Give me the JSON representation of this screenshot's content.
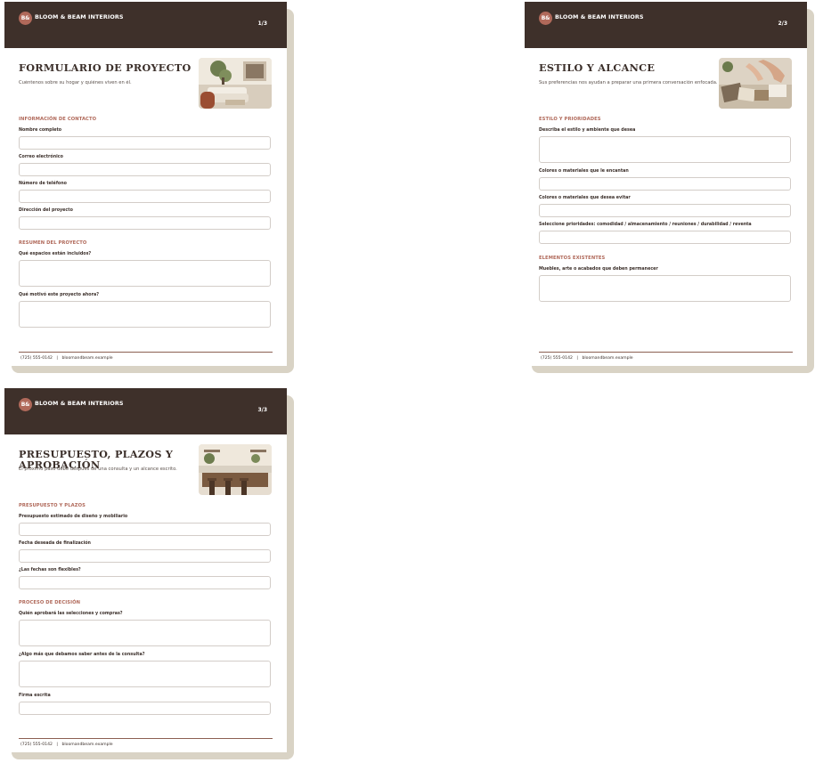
{
  "brand": {
    "initials": "B&",
    "name": "BLOOM & BEAM INTERIORS"
  },
  "footer": {
    "phone": "(725) 555-0142",
    "separator": "|",
    "website": "bloomandbeam.example"
  },
  "pages": [
    {
      "page_number": "1/3",
      "title": "FORMULARIO DE PROYECTO",
      "subtitle": "Cuéntenos sobre su hogar y quiénes viven en él.",
      "photo_description_icon": "living-room-photo",
      "sections": [
        {
          "title": "INFORMACIÓN DE CONTACTO",
          "fields": [
            {
              "label": "Nombre completo",
              "type": "input"
            },
            {
              "label": "Correo electrónico",
              "type": "input"
            },
            {
              "label": "Número de teléfono",
              "type": "input"
            },
            {
              "label": "Dirección del proyecto",
              "type": "input"
            }
          ]
        },
        {
          "title": "RESUMEN DEL PROYECTO",
          "fields": [
            {
              "label": "Qué espacios están incluidos?",
              "type": "textarea"
            },
            {
              "label": "Qué motivó este proyecto ahora?",
              "type": "textarea"
            }
          ]
        }
      ]
    },
    {
      "page_number": "2/3",
      "title": "ESTILO Y ALCANCE",
      "subtitle": "Sus preferencias nos ayudan a preparar una primera conversación enfocada.",
      "photo_description_icon": "material-samples-photo",
      "sections": [
        {
          "title": "ESTILO Y PRIORIDADES",
          "fields": [
            {
              "label": "Describa el estilo y ambiente que desea",
              "type": "textarea"
            },
            {
              "label": "Colores o materiales que le encantan",
              "type": "input"
            },
            {
              "label": "Colores o materiales que desea evitar",
              "type": "input"
            },
            {
              "label": "Seleccione prioridades: comodidad / almacenamiento / reuniones / durabilidad / reventa",
              "type": "input"
            }
          ]
        },
        {
          "title": "ELEMENTOS EXISTENTES",
          "fields": [
            {
              "label": "Muebles, arte o acabados que deben permanecer",
              "type": "textarea"
            }
          ]
        }
      ]
    },
    {
      "page_number": "3/3",
      "title": "PRESUPUESTO, PLAZOS Y APROBACIÓN",
      "subtitle": "El próximo paso debe después de una consulta y un alcance escrito.",
      "photo_description_icon": "kitchen-photo",
      "sections": [
        {
          "title": "PRESUPUESTO Y PLAZOS",
          "fields": [
            {
              "label": "Presupuesto estimado de diseño y mobiliario",
              "type": "input"
            },
            {
              "label": "Fecha deseada de finalización",
              "type": "input"
            },
            {
              "label": "¿Las fechas son flexibles?",
              "type": "input"
            }
          ]
        },
        {
          "title": "PROCESO DE DECISIÓN",
          "fields": [
            {
              "label": "Quién aprobará las selecciones y compras?",
              "type": "textarea"
            },
            {
              "label": "¿Algo más que debamos saber antes de la consulta?",
              "type": "textarea"
            },
            {
              "label": "Firma escrita",
              "type": "input"
            }
          ]
        }
      ]
    }
  ]
}
